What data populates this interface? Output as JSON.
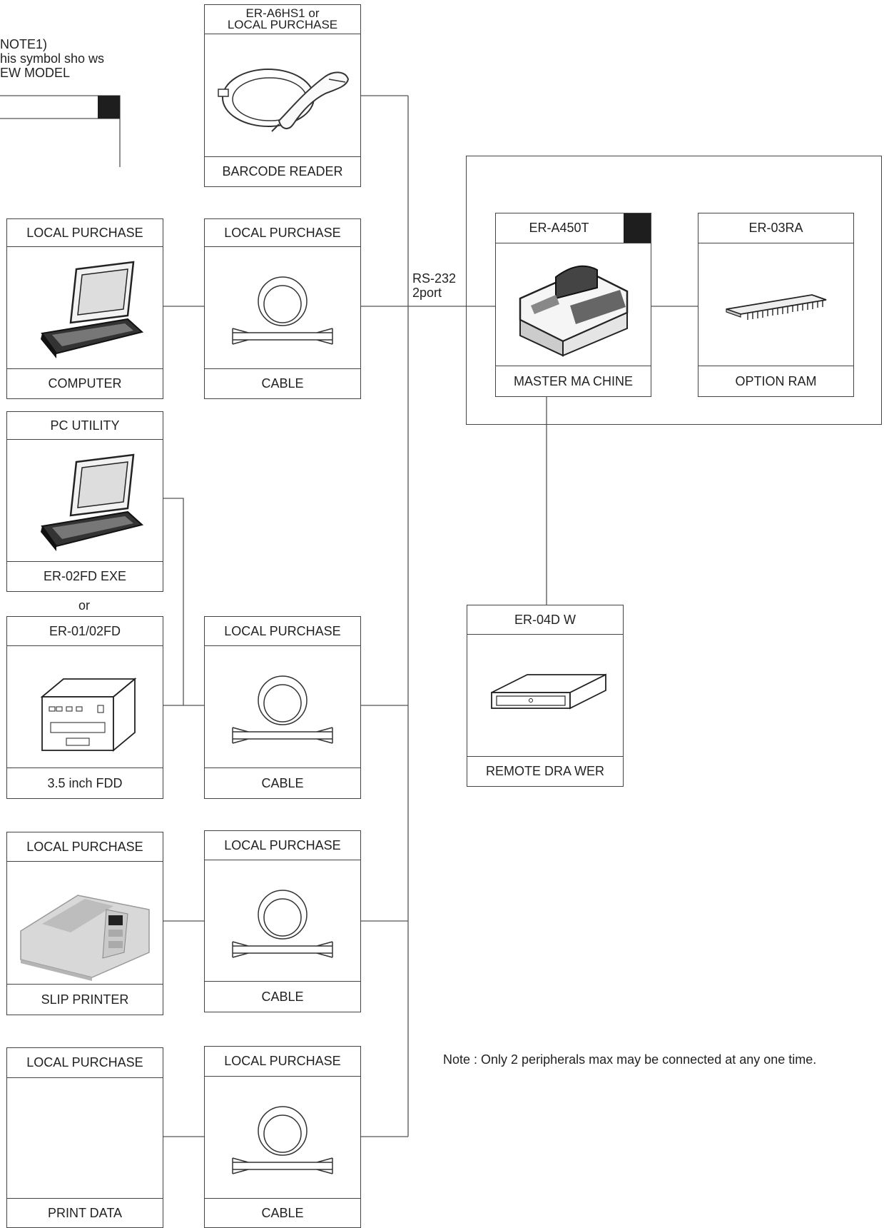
{
  "legend": {
    "line1": "NOTE1)",
    "line2": "his symbol sho ws",
    "line3": "EW MODEL"
  },
  "barcode": {
    "header_line1": "ER-A6HS1 or",
    "header_line2": "LOCAL PURCHASE",
    "footer": "BARCODE READER"
  },
  "computer": {
    "header": "LOCAL PURCHASE",
    "footer": "COMPUTER"
  },
  "cable1": {
    "header": "LOCAL PURCHASE",
    "footer": "CABLE"
  },
  "rs232": {
    "line1": "RS-232",
    "line2": "2port"
  },
  "master": {
    "header": "ER-A450T",
    "footer": "MASTER MA CHINE"
  },
  "option_ram": {
    "header": "ER-03RA",
    "footer": "OPTION RAM"
  },
  "pc_utility": {
    "header": "PC UTILITY",
    "footer": "ER-02FD EXE"
  },
  "or_text": "or",
  "fdd": {
    "header": "ER-01/02FD",
    "footer": "3.5 inch FDD"
  },
  "cable2": {
    "header": "LOCAL PURCHASE",
    "footer": "CABLE"
  },
  "drawer": {
    "header": "ER-04D W",
    "footer": "REMOTE DRA WER"
  },
  "slip_printer": {
    "header": "LOCAL PURCHASE",
    "footer": "SLIP PRINTER"
  },
  "cable3": {
    "header": "LOCAL PURCHASE",
    "footer": "CABLE"
  },
  "print_data": {
    "header": "LOCAL PURCHASE",
    "footer": "PRINT DATA"
  },
  "cable4": {
    "header": "LOCAL PURCHASE",
    "footer": "CABLE"
  },
  "note": "Note : Only 2 peripherals max may be connected at any one    time."
}
